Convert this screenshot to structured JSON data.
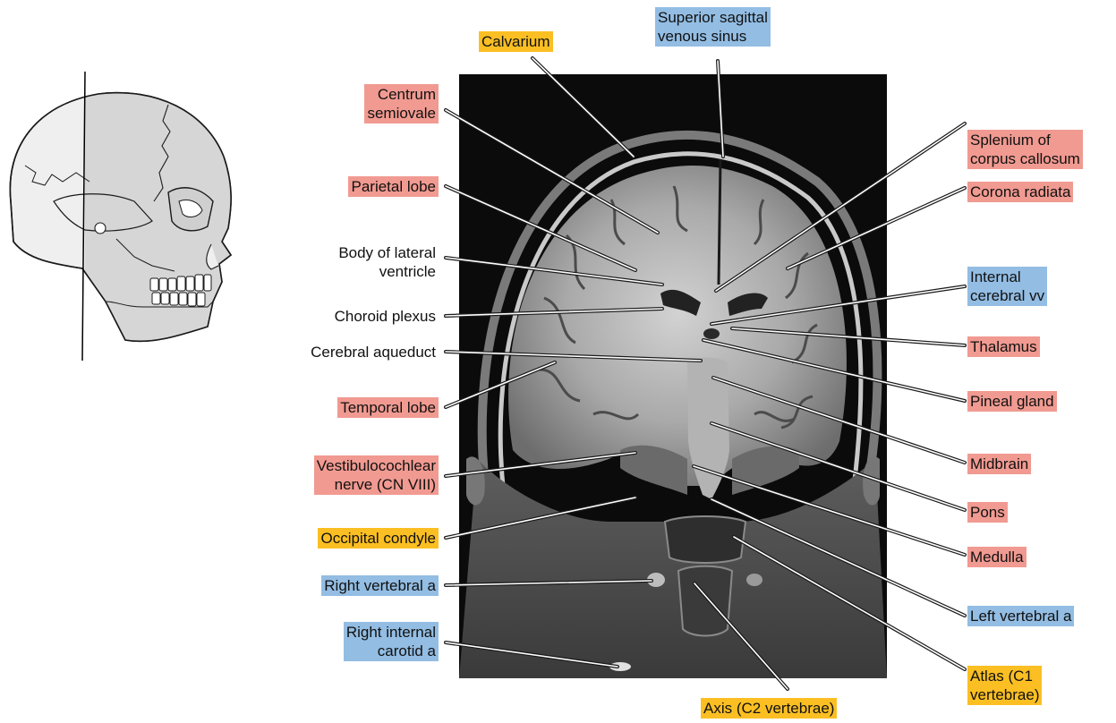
{
  "colors": {
    "red": "#f19a91",
    "blue": "#93bde3",
    "yellow": "#fbbf23",
    "mri_background": "#0b0b0b"
  },
  "figure": {
    "inset": "skull-lateral-view-with-coronal-section-line",
    "image": "coronal-mri-brain"
  },
  "labels": {
    "calvarium": "Calvarium",
    "superior_sagittal": "Superior sagittal\nvenous sinus",
    "centrum": "Centrum\nsemiovale",
    "parietal": "Parietal lobe",
    "body_lateral": "Body of lateral\nventricle",
    "choroid": "Choroid plexus",
    "aqueduct": "Cerebral aqueduct",
    "temporal": "Temporal lobe",
    "vestibulo": "Vestibulocochlear\nnerve (CN VIII)",
    "occipital": "Occipital condyle",
    "right_vertebral": "Right vertebral a",
    "right_carotid": "Right internal\ncarotid a",
    "splenium": "Splenium of\ncorpus callosum",
    "corona": "Corona radiata",
    "internal_cerebral": "Internal\ncerebral vv",
    "thalamus": "Thalamus",
    "pineal": "Pineal gland",
    "midbrain": "Midbrain",
    "pons": "Pons",
    "medulla": "Medulla",
    "left_vertebral": "Left vertebral a",
    "atlas": "Atlas (C1\nvertebrae)",
    "axis": "Axis (C2 vertebrae)"
  }
}
